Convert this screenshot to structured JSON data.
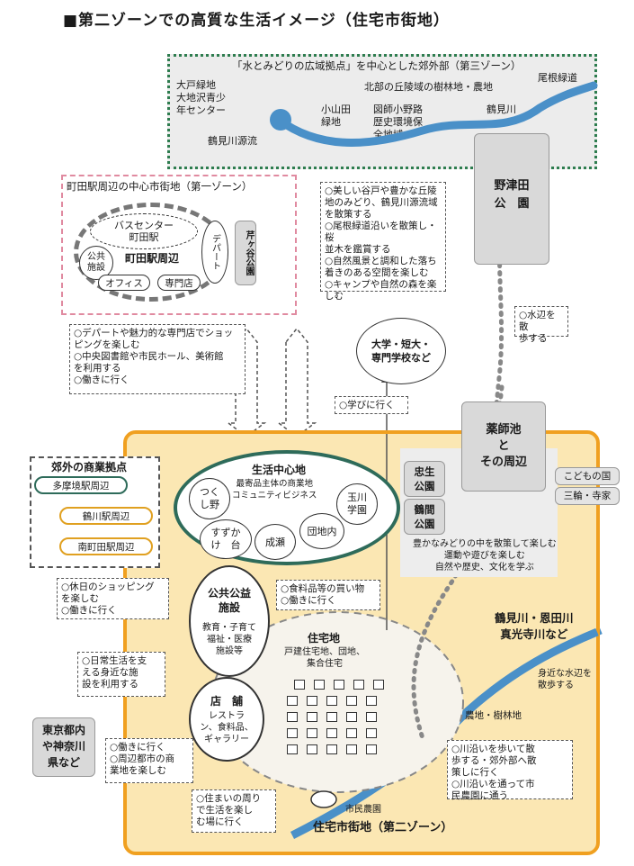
{
  "title": "■第二ゾーンでの高質な生活イメージ（住宅市街地）",
  "zone3": {
    "heading": "「水とみどりの広域拠点」を中心とした郊外部（第三ゾーン）",
    "labels": {
      "oto": "大戸緑地\n大地沢青少\n年センター",
      "hills": "北部の丘陵域の樹林地・農地",
      "obata": "尾根緑道",
      "koyamada": "小山田\n緑地",
      "zusho": "図師小野路\n歴史環境保\n全地域",
      "tsurumi_river": "鶴見川",
      "source": "鶴見川源流"
    },
    "activities": "○美しい谷戸や豊かな丘陵\n地のみどり、鶴見川源流域\nを散策する\n○尾根緑道沿いを散策し・桜\n並木を鑑賞する\n○自然風景と調和した落ち\n着きのある空間を楽しむ\n○キャンプや自然の森を楽\nしむ"
  },
  "nozuta_park": "野津田\n公　園",
  "waterside_note": "○水辺を散\n歩する",
  "zone1": {
    "heading": "町田駅周辺の中心市街地（第一ゾーン）",
    "bus_center": "バスセンター\n町田駅",
    "station_area": "町田駅周辺",
    "public_facility": "公共\n施設",
    "depart": "デパート",
    "office": "オフィス",
    "specialty": "専門店",
    "serigaya": "芹ヶ谷公園",
    "activities": "○デパートや魅力的な専門店でショッ\nピングを楽しむ\n○中央図書館や市民ホール、美術館\nを利用する\n○働きに行く"
  },
  "university": "大学・短大・\n専門学校など",
  "study_note": "○学びに行く",
  "suburb_commerce": {
    "heading": "郊外の商業拠点",
    "items": [
      "多摩境駅周辺",
      "鶴川駅周辺",
      "南町田駅周辺"
    ]
  },
  "holiday_note": "○休日のショッピング\nを楽しむ\n○働きに行く",
  "daily_note": "○日常生活を支\nえる身近な施\n設を利用する",
  "tokyo": "東京都内\nや神奈川\n県など",
  "work_note": "○働きに行く\n○周辺都市の商\n業地を楽しむ",
  "living_center": {
    "heading": "生活中心地",
    "sub": "最寄品主体の商業地\nコミュニティビジネス",
    "tsukushino": "つく\nし野",
    "suzukakedai": "すずか\nけ　台",
    "naruse": "成瀬",
    "danchi": "団地内",
    "tamagawa": "玉川\n学園"
  },
  "food_note": "○食料品等の買い物\n○働きに行く",
  "public_service": {
    "heading": "公共公益\n施設",
    "sub": "教育・子育て\n福祉・医療\n施設等"
  },
  "shops": {
    "heading": "店　舗",
    "sub": "レストラ\nン、食料品、\nギャラリー"
  },
  "near_note": "○住まいの周り\nで生活を楽し\nむ場に行く",
  "housing": {
    "heading": "住宅地",
    "sub": "戸建住宅地、団地、\n集合住宅"
  },
  "yakushi": "薬師池\nと\nその周辺",
  "chusei": "忠生\n公園",
  "tsurumaki": "鶴間\n公園",
  "kodomo": "こどもの国",
  "miwa": "三輪・寺家",
  "green_note": "豊かなみどりの中を散策して楽しむ\n運動や遊びを楽しむ\n自然や歴史、文化を学ぶ",
  "rivers": "鶴見川・恩田川\n真光寺川など",
  "waterside": "身近な水辺を\n散歩する",
  "farmland": "農地・樹林地",
  "river_note": "○川沿いを歩いて散\n歩する・郊外部へ散\n策しに行く\n○川沿いを通って市\n民農園に通う",
  "farm": "市民農園",
  "zone2_label": "住宅市街地（第二ゾーン）",
  "colors": {
    "zone2_border": "#f0a020",
    "zone2_fill": "#fbe7b3",
    "river": "#4a90c8",
    "zone3_border": "#2e7d4f",
    "living_border": "#2e6b5a"
  }
}
